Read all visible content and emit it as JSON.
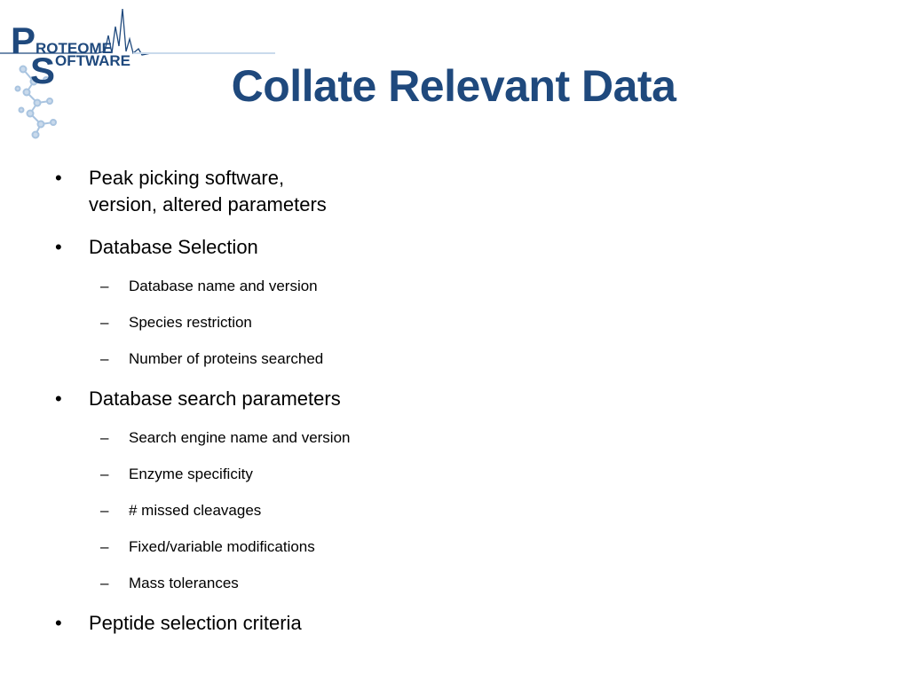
{
  "logo": {
    "line1_initial": "P",
    "line1_text": "ROTEOME",
    "line2_initial": "S",
    "line2_text": "OFTWARE",
    "brand_dark": "#1f497d",
    "brand_light": "#a9c4e0"
  },
  "slide": {
    "title": "Collate Relevant Data",
    "title_color": "#1f497d",
    "bullet_glyph": "•",
    "dash_glyph": "–",
    "items": [
      {
        "level": 1,
        "text_lines": [
          "Peak picking software,",
          "version, altered parameters"
        ]
      },
      {
        "level": 1,
        "text_lines": [
          "Database Selection"
        ]
      },
      {
        "level": 2,
        "text_lines": [
          "Database name and version"
        ]
      },
      {
        "level": 2,
        "text_lines": [
          "Species restriction"
        ]
      },
      {
        "level": 2,
        "text_lines": [
          "Number of proteins searched"
        ]
      },
      {
        "level": 1,
        "text_lines": [
          "Database search parameters"
        ]
      },
      {
        "level": 2,
        "text_lines": [
          "Search engine name and version"
        ]
      },
      {
        "level": 2,
        "text_lines": [
          "Enzyme specificity"
        ]
      },
      {
        "level": 2,
        "text_lines": [
          "# missed cleavages"
        ]
      },
      {
        "level": 2,
        "text_lines": [
          "Fixed/variable modifications"
        ]
      },
      {
        "level": 2,
        "text_lines": [
          "Mass tolerances"
        ]
      },
      {
        "level": 1,
        "text_lines": [
          "Peptide selection criteria"
        ]
      }
    ]
  }
}
